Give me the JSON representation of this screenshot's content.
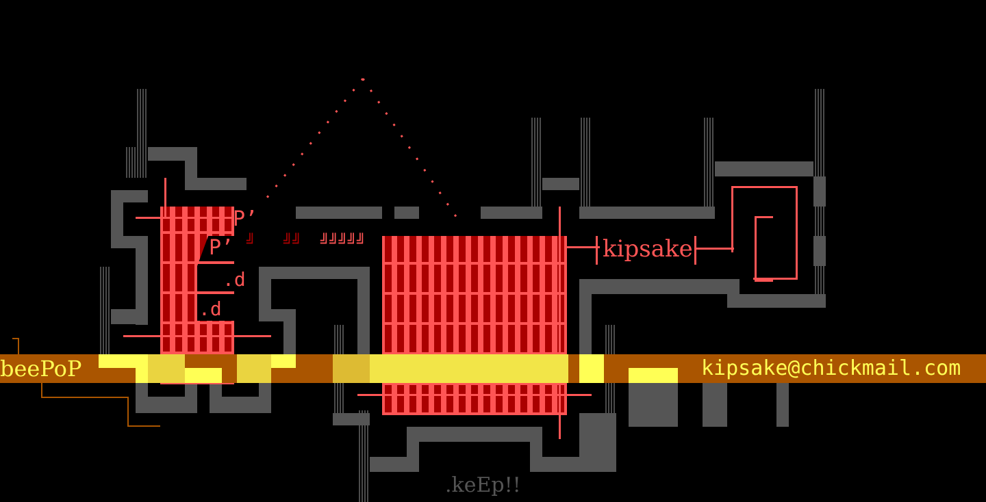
{
  "art": {
    "left_tag": "beePoP",
    "center_tag": "kipsake",
    "email": "kipsake@chickmail.com",
    "footer": ".keEp!!",
    "letters": [
      "P’",
      "P’",
      ".d",
      ".d"
    ],
    "ticks": [
      "╝",
      "╝╝",
      "╝╝╝╝╝"
    ]
  },
  "colors": {
    "red": "#ff5555",
    "darkred": "#aa0000",
    "gray": "#555555",
    "bar": "#aa5500",
    "yellow": "#ffff55"
  }
}
